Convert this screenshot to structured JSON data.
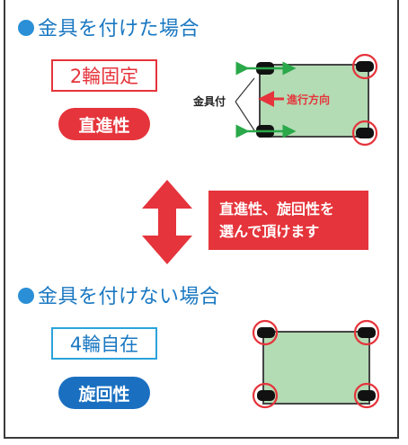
{
  "sections": [
    {
      "heading": "金具を付けた場合",
      "mode": "2輪固定",
      "property": "直進性",
      "bracket_label": "金具付",
      "direction_label": "進行方向"
    },
    {
      "heading": "金具を付けない場合",
      "mode": "4輪自在",
      "property": "旋回性"
    }
  ],
  "callout": {
    "line1": "直進性、旋回性を",
    "line2": "選んで頂けます"
  },
  "colors": {
    "red": "#e5343b",
    "blue": "#1a78c2",
    "board": "#a8d5aa",
    "green_arrow": "#2aa84a"
  },
  "icons": [
    "double-headed-vertical-arrow-icon",
    "rotation-arrow-icon",
    "straight-arrow-icon",
    "caster-wheel-icon"
  ]
}
